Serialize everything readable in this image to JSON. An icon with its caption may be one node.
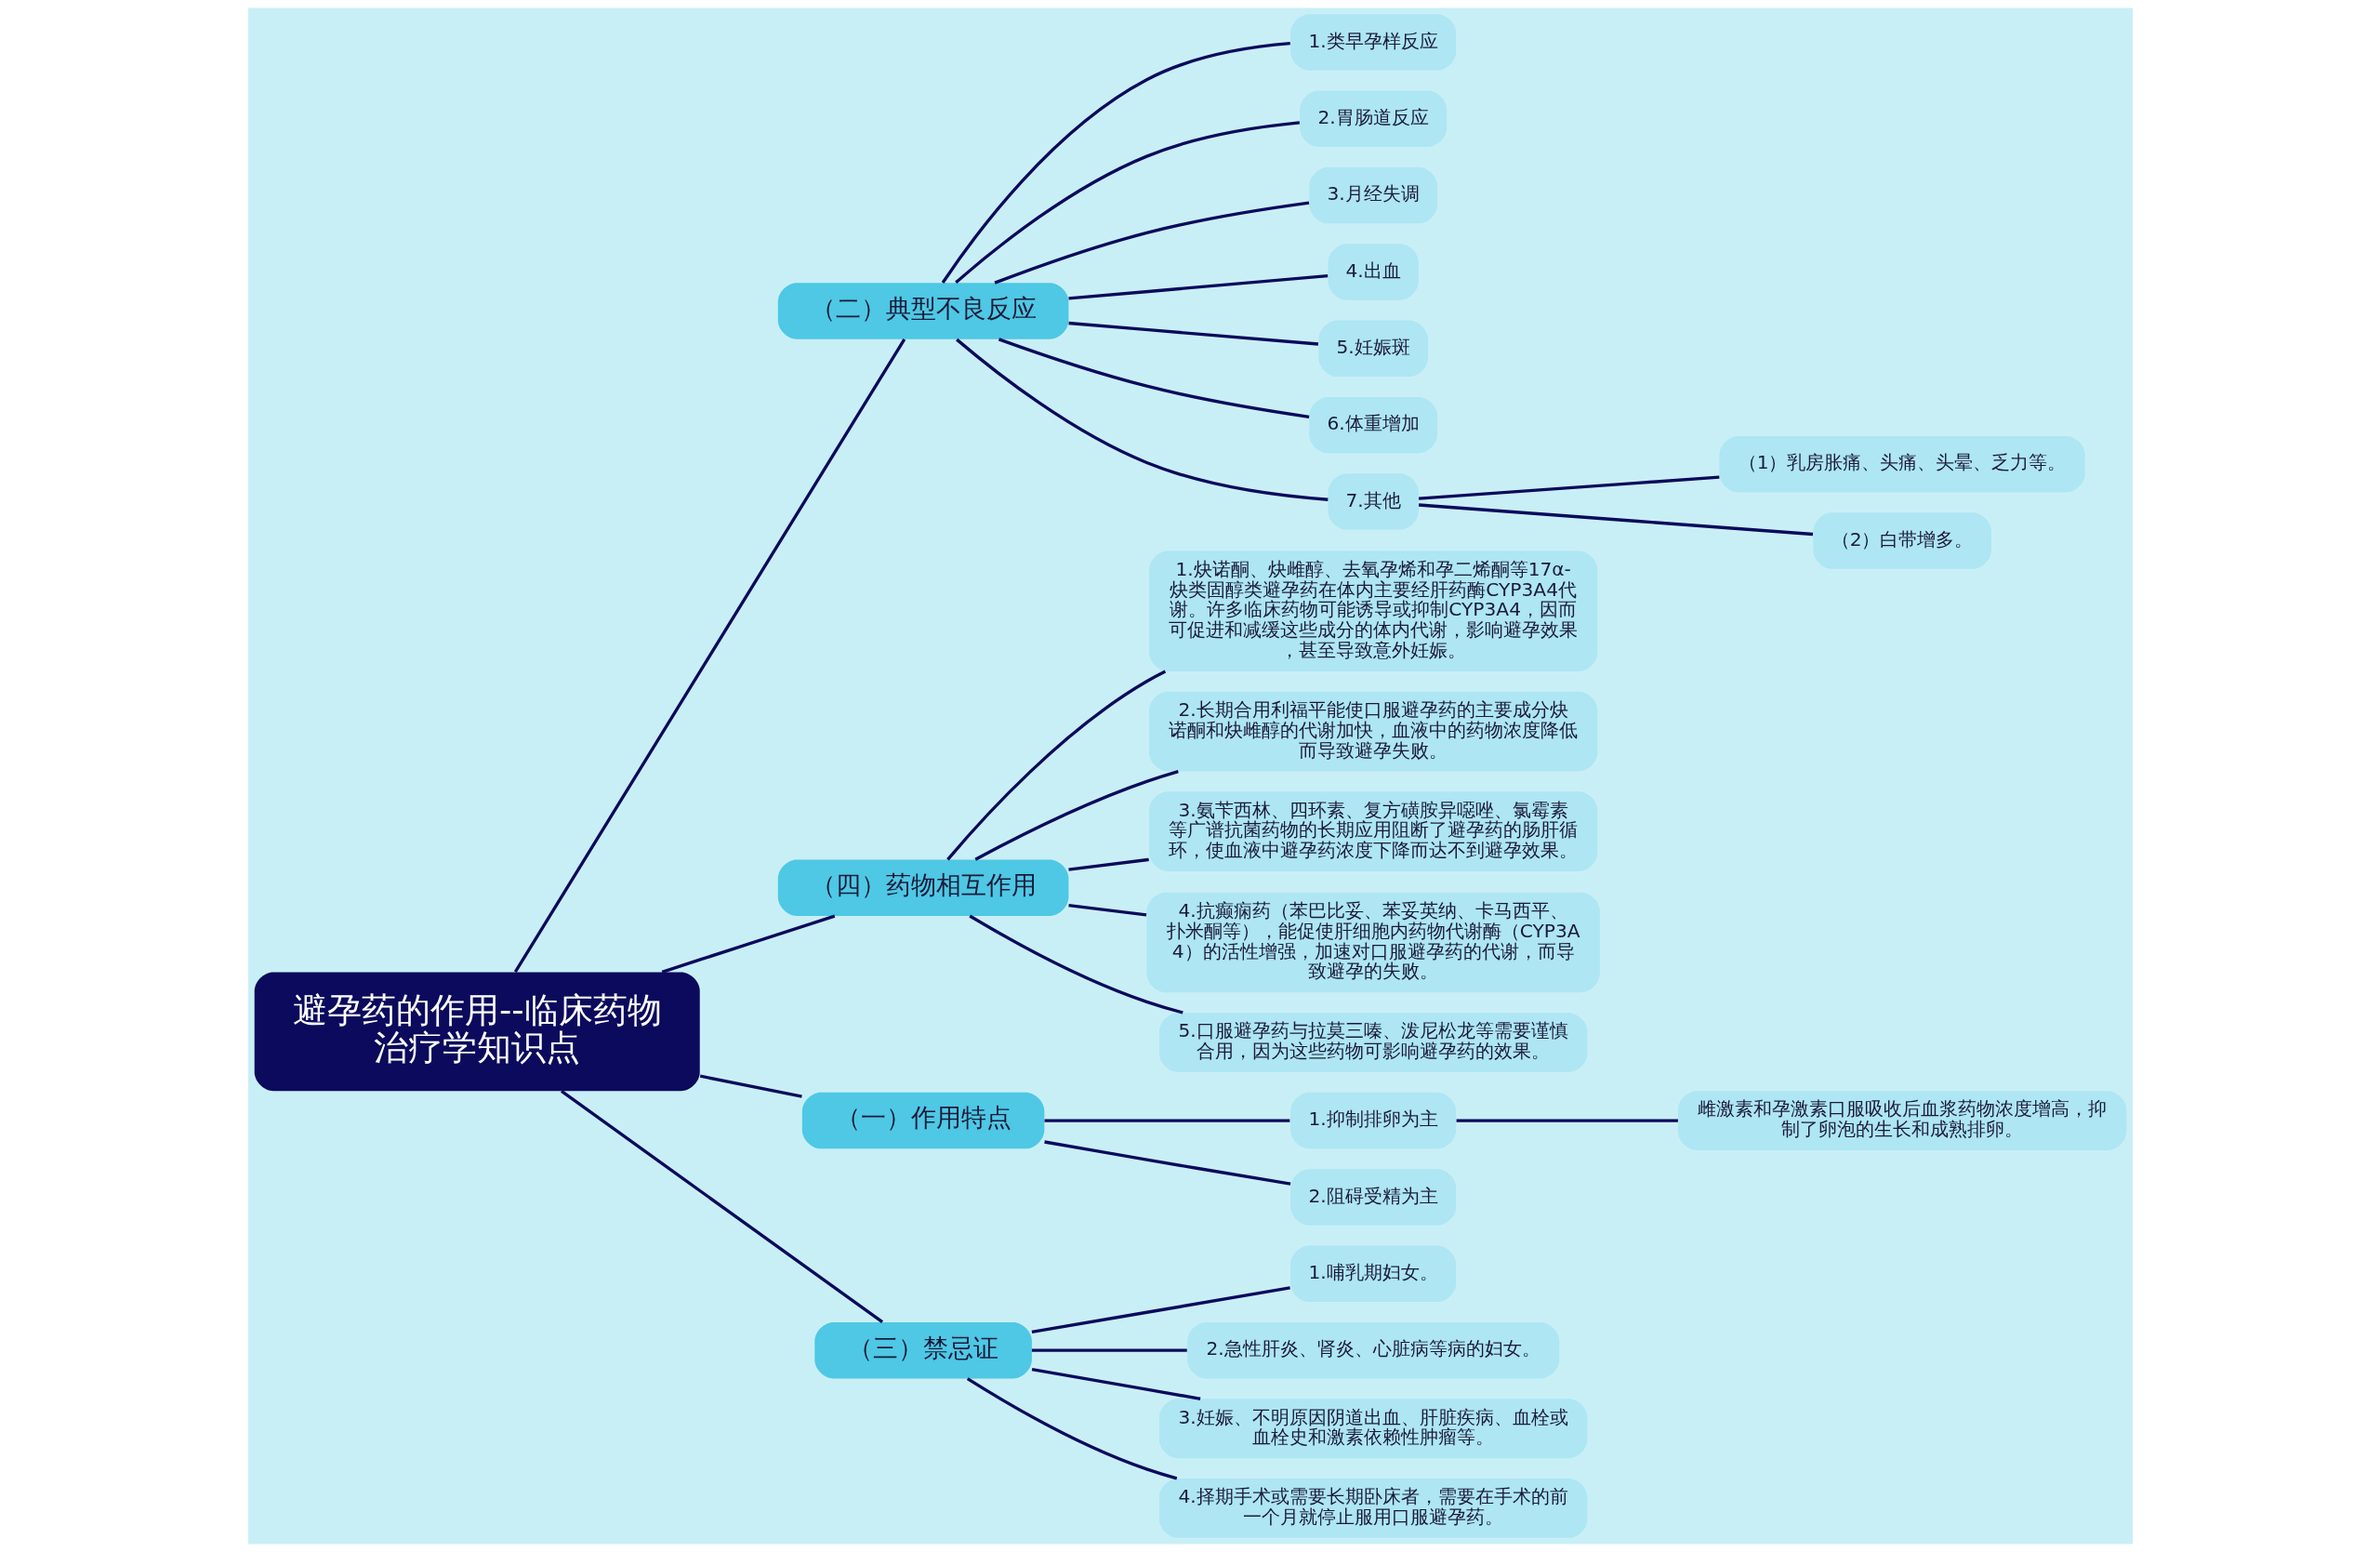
{
  "diagram": {
    "nodes": [
      {
        "text": [
          "避孕药的作用--临床药物治疗学知识点"
        ]
      },
      {
        "text": [
          "（二）典型不良反应"
        ]
      },
      {
        "text": [
          "1.类早孕样反应"
        ]
      },
      {
        "text": [
          "2.胃肠道反应"
        ]
      },
      {
        "text": [
          "3.月经失调"
        ]
      },
      {
        "text": [
          "4.出血"
        ]
      },
      {
        "text": [
          "5.妊娠斑"
        ]
      },
      {
        "text": [
          "6.体重增加"
        ]
      },
      {
        "text": [
          "7.其他"
        ]
      },
      {
        "text": [
          "（1）乳房胀痛、头痛、头晕、乏力等。"
        ]
      },
      {
        "text": [
          "（2）白带增多。"
        ]
      },
      {
        "text": [
          "（四）药物相互作用"
        ]
      },
      {
        "text": [
          "1.炔诺酮、炔雌醇、去氧孕烯和孕二烯酮等17α-炔类固醇类避孕药在体内主要经肝药酶CYP3A4代谢。许多临床药物可能诱导或抑制CYP3A4，因而可促进和减缓这些成分的体内代谢，影响避孕效果，甚至导致意外妊娠。"
        ]
      },
      {
        "text": [
          "2.长期合用利福平能使口服避孕药的主要成分炔诺酮和炔雌醇的代谢加快，血液中的药物浓度降低而导致避孕失败。"
        ]
      },
      {
        "text": [
          "3.氨苄西林、四环素、复方磺胺异噁唑、氯霉素等广谱抗菌药物的长期应用阻断了避孕药的肠肝循环，使血液中避孕药浓度下降而达不到避孕效果。"
        ]
      },
      {
        "text": [
          "4.抗癫痫药（苯巴比妥、苯妥英纳、卡马西平、扑米酮等），能促使肝细胞内药物代谢酶（CYP3A4）的活性增强，加速对口服避孕药的代谢，而导致避孕的失败。"
        ]
      },
      {
        "text": [
          "5.口服避孕药与拉莫三嗪、泼尼松龙等需要谨慎合用，因为这些药物可影响避孕药的效果。"
        ]
      },
      {
        "text": [
          "（一）作用特点"
        ]
      },
      {
        "text": [
          "1.抑制排卵为主"
        ]
      },
      {
        "text": [
          "雌激素和孕激素口服吸收后血浆药物浓度增高，抑制了卵泡的生长和成熟排卵。"
        ]
      },
      {
        "text": [
          "2.阻碍受精为主"
        ]
      },
      {
        "text": [
          "（三）禁忌证"
        ]
      },
      {
        "text": [
          "1.哺乳期妇女。"
        ]
      },
      {
        "text": [
          "2.急性肝炎、肾炎、心脏病等病的妇女。"
        ]
      },
      {
        "text": [
          "3.妊娠、不明原因阴道出血、肝脏疾病、血栓或血栓史和激素依赖性肿瘤等。"
        ]
      },
      {
        "text": [
          "4.择期手术或需要长期卧床者，需要在手术的前一个月就停止服用口服避孕药。"
        ]
      }
    ],
    "edges": [
      {
        "from": 0,
        "to": 1,
        "arrow": "none"
      },
      {
        "from": 1,
        "to": 2,
        "arrow": "none"
      },
      {
        "from": 1,
        "to": 3,
        "arrow": "none"
      },
      {
        "from": 1,
        "to": 4,
        "arrow": "none"
      },
      {
        "from": 1,
        "to": 5,
        "arrow": "none"
      },
      {
        "from": 1,
        "to": 6,
        "arrow": "none"
      },
      {
        "from": 1,
        "to": 7,
        "arrow": "none"
      },
      {
        "from": 1,
        "to": 8,
        "arrow": "none"
      },
      {
        "from": 8,
        "to": 9,
        "arrow": "none"
      },
      {
        "from": 8,
        "to": 10,
        "arrow": "none"
      },
      {
        "from": 0,
        "to": 11,
        "arrow": "none"
      },
      {
        "from": 11,
        "to": 12,
        "arrow": "none"
      },
      {
        "from": 11,
        "to": 13,
        "arrow": "none"
      },
      {
        "from": 11,
        "to": 14,
        "arrow": "none"
      },
      {
        "from": 11,
        "to": 15,
        "arrow": "none"
      },
      {
        "from": 11,
        "to": 16,
        "arrow": "none"
      },
      {
        "from": 0,
        "to": 17,
        "arrow": "none"
      },
      {
        "from": 17,
        "to": 18,
        "arrow": "none"
      },
      {
        "from": 18,
        "to": 19,
        "arrow": "none"
      },
      {
        "from": 17,
        "to": 20,
        "arrow": "none"
      },
      {
        "from": 0,
        "to": 21,
        "arrow": "none"
      },
      {
        "from": 21,
        "to": 22,
        "arrow": "none"
      },
      {
        "from": 21,
        "to": 23,
        "arrow": "none"
      },
      {
        "from": 21,
        "to": 24,
        "arrow": "none"
      },
      {
        "from": 21,
        "to": 25,
        "arrow": "none"
      }
    ]
  }
}
